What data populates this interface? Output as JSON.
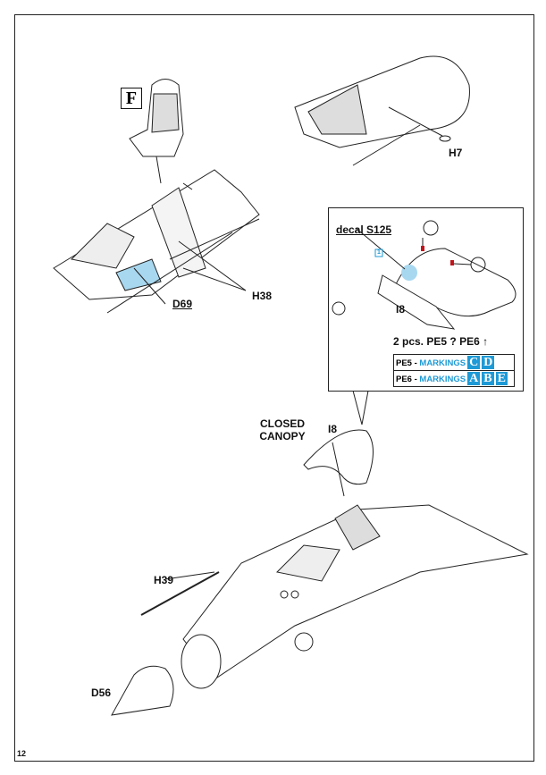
{
  "page_number": "12",
  "step_label": "F",
  "parts": {
    "h7": "H7",
    "h38": "H38",
    "d69": "D69",
    "h39": "H39",
    "d56": "D56",
    "i8": "I8",
    "closed_canopy": "CLOSED CANOPY"
  },
  "callout": {
    "decal": "decal S125",
    "decal_number": "1",
    "part": "I8",
    "quantity": "2 pcs. PE5",
    "pe6": "PE6",
    "markings": [
      {
        "part": "PE5 -",
        "label": "MARKINGS",
        "codes": [
          "C",
          "D"
        ]
      },
      {
        "part": "PE6 -",
        "label": "MARKINGS",
        "codes": [
          "A",
          "B",
          "E"
        ]
      }
    ]
  },
  "colors": {
    "accent": "#1e9ad6",
    "decal_fill": "#a8d8f0",
    "red": "#c0141c"
  }
}
